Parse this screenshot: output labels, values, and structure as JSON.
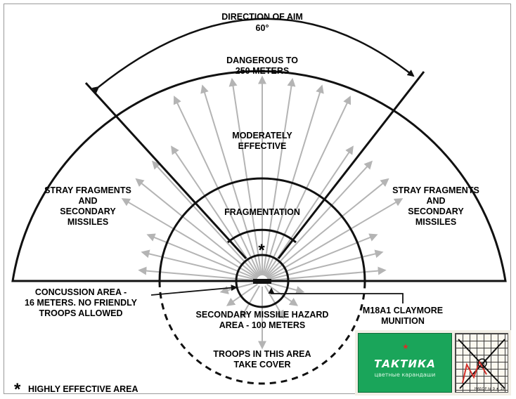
{
  "diagram": {
    "direction": {
      "title": "DIRECTION OF AIM",
      "angle": "60°"
    },
    "zones": {
      "dangerous": [
        "DANGEROUS TO",
        "250 METERS"
      ],
      "moderately": [
        "MODERATELY",
        "EFFECTIVE"
      ],
      "stray_left": [
        "STRAY FRAGMENTS",
        "AND",
        "SECONDARY",
        "MISSILES"
      ],
      "stray_right": [
        "STRAY FRAGMENTS",
        "AND",
        "SECONDARY",
        "MISSILES"
      ],
      "fragmentation": "FRAGMENTATION",
      "star": "*"
    },
    "callouts": {
      "concussion": [
        "CONCUSSION AREA -",
        "16 METERS. NO FRIENDLY",
        "TROOPS ALLOWED"
      ],
      "munition": [
        "M18A1 CLAYMORE",
        "MUNITION"
      ],
      "secondary_hazard": [
        "SECONDARY MISSILE HAZARD",
        "AREA - 100 METERS"
      ],
      "take_cover": [
        "TROOPS IN THIS AREA",
        "TAKE COVER"
      ]
    },
    "legend": {
      "symbol": "*",
      "text": "HIGHLY EFFECTIVE AREA"
    },
    "colors": {
      "ink": "#111111",
      "arrow": "#b4b4b4",
      "frame": "#9a9a9a"
    }
  },
  "photo": {
    "title": "ТАКТИКА",
    "subtitle": "цветные карандаши",
    "grid_caption": "НАБОР № 9 ★ 10",
    "colors": {
      "box": "#1aa55a",
      "paper": "#fbf8ef",
      "accent": "#d4302a"
    }
  }
}
